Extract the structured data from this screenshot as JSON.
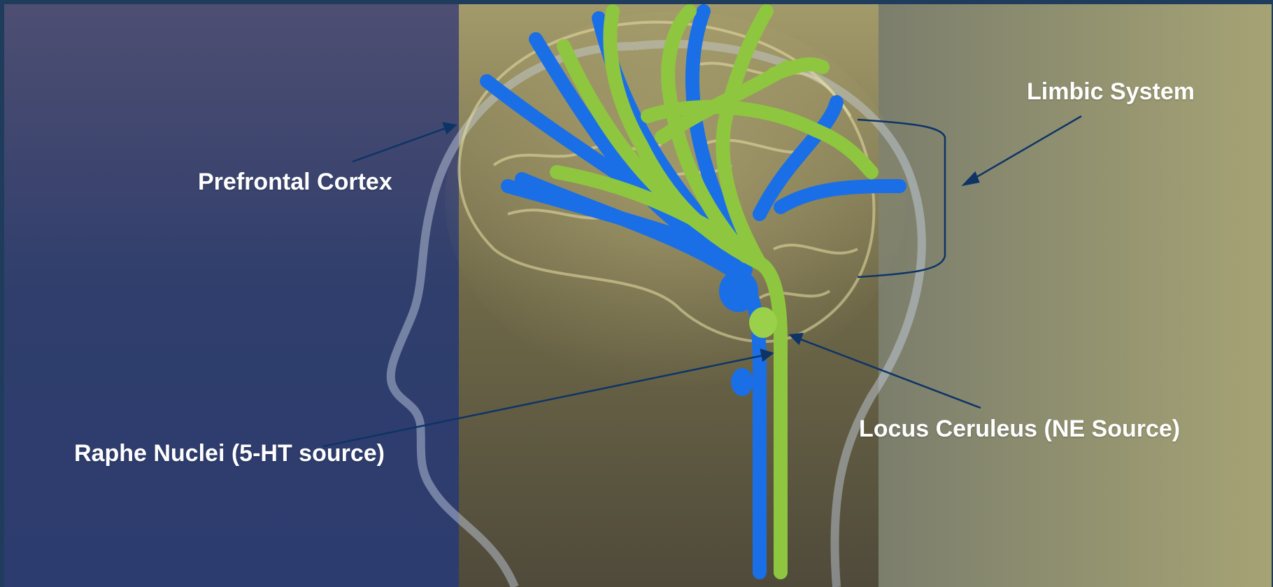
{
  "labels": {
    "limbic_system": "Limbic System",
    "prefrontal_cortex": "Prefrontal Cortex",
    "locus_ceruleus": "Locus Ceruleus (NE Source)",
    "raphe_nuclei": "Raphe Nuclei  (5-HT source)"
  },
  "colors": {
    "serotonin_pathway": "#1a6fe6",
    "norepinephrine_pathway": "#8ec63f",
    "arrow": "#0e3466",
    "label_text": "#ffffff"
  }
}
